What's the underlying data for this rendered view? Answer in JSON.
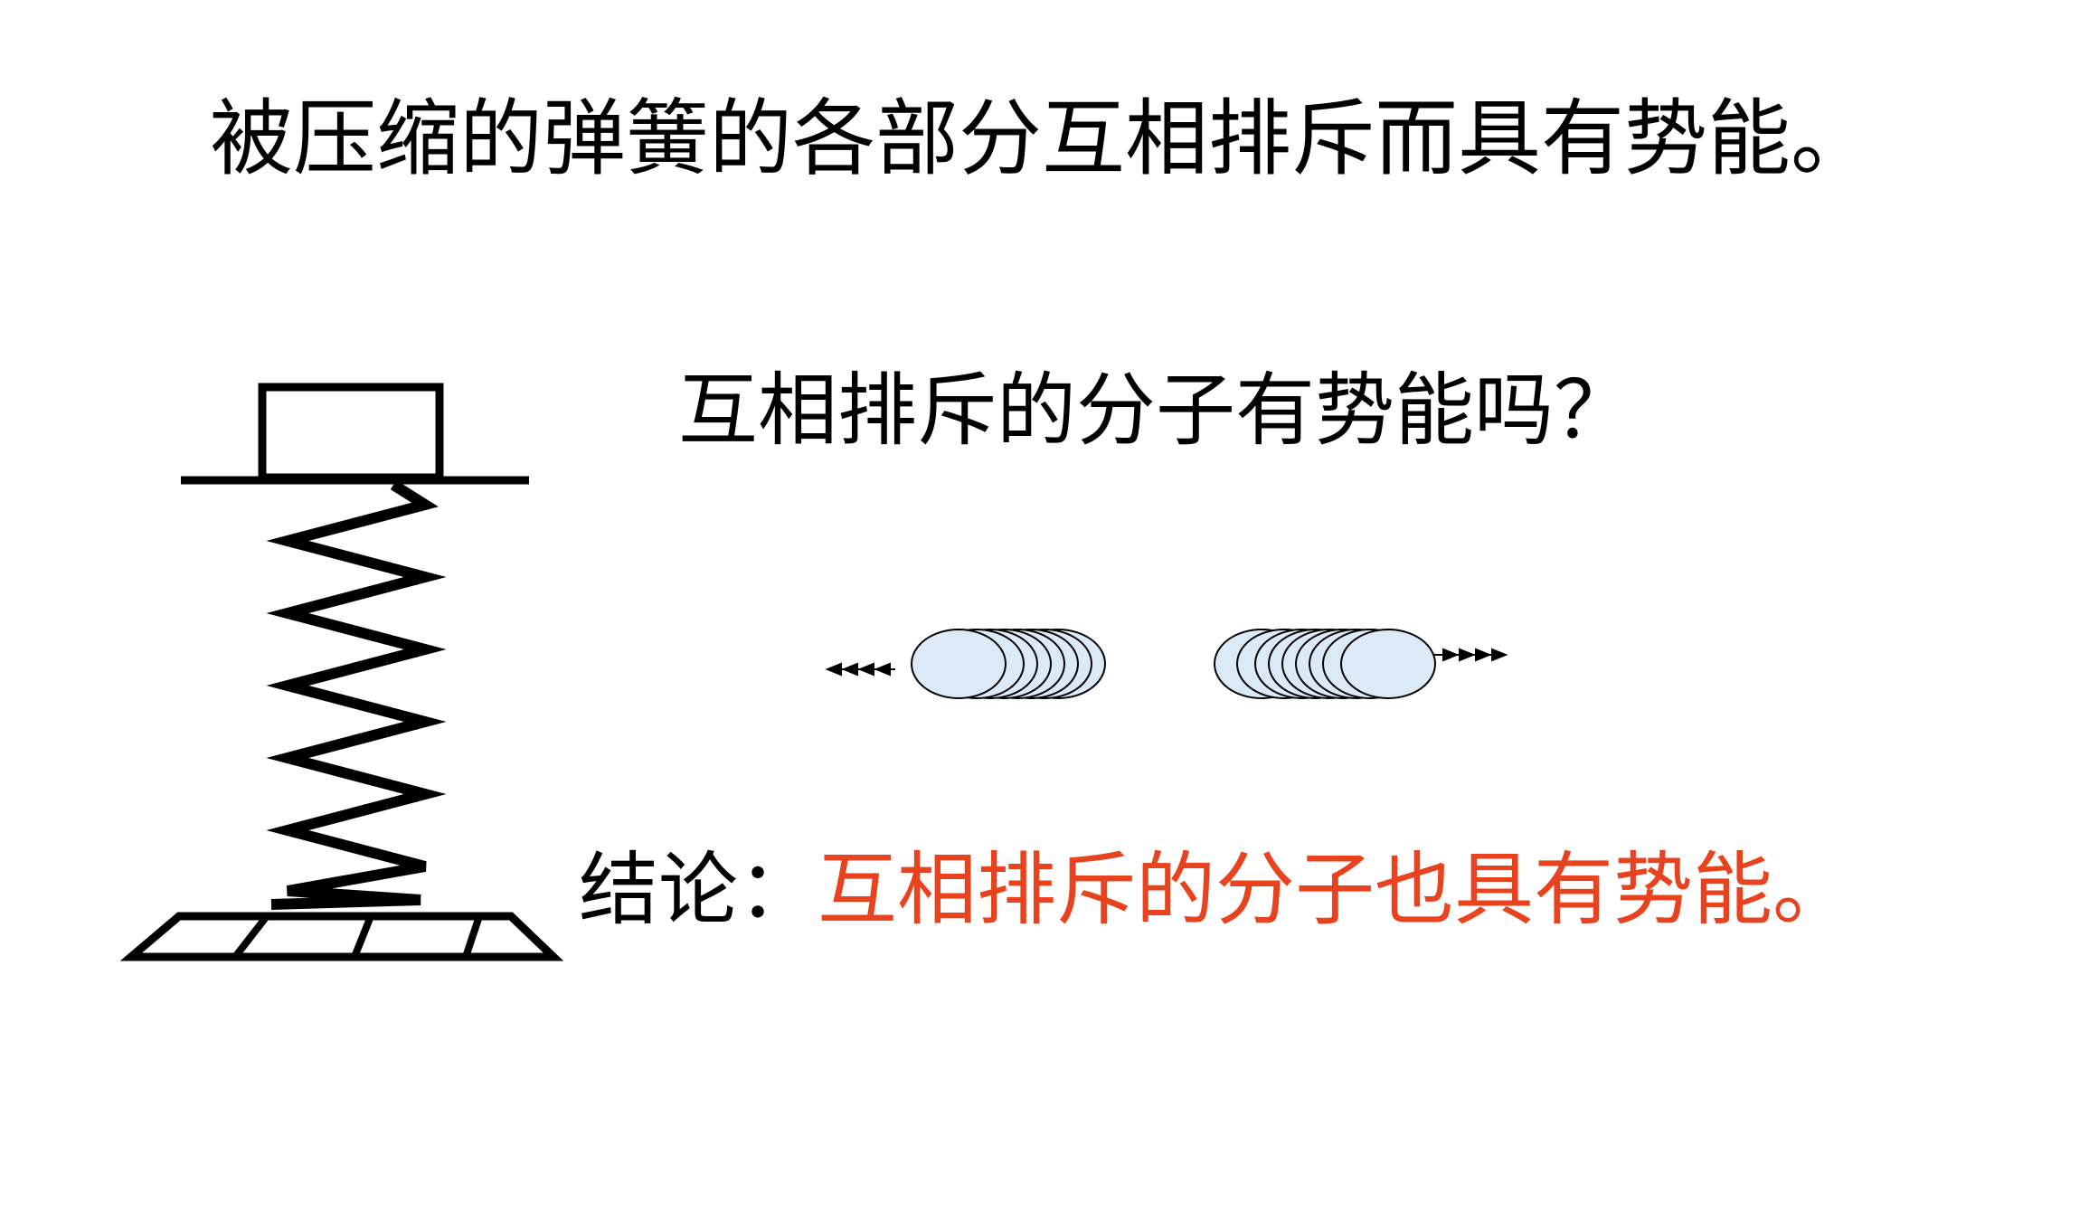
{
  "slide": {
    "title": "被压缩的弹簧的各部分互相排斥而具有势能。",
    "question": "互相排斥的分子有势能吗？",
    "conclusion_label": "结论：",
    "conclusion_text": "互相排斥的分子也具有势能。"
  },
  "colors": {
    "text": "#000000",
    "accent": "#e8421e",
    "molecule_fill": "#dce9f7",
    "line": "#000000"
  },
  "illustrations": {
    "spring": "compressed-spring-icon",
    "molecules": "repelling-molecules-icon",
    "arrows": "dotted-arrow-icon"
  }
}
